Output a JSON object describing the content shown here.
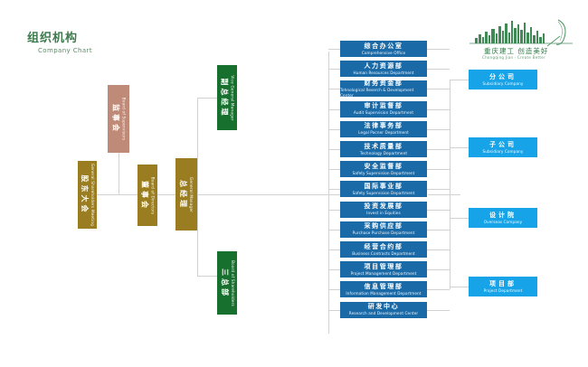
{
  "header": {
    "title_cn": "组织机构",
    "title_en": "Company Chart",
    "accent_color": "#3f7a4e"
  },
  "logo": {
    "name": "skyline-feather-logo",
    "text_cn": "重庆建工 创造美好",
    "text_en": "Chongqing Jian · Create Better",
    "color": "#2f7a46"
  },
  "palette": {
    "gold": "#9a7d20",
    "pink": "#c08a78",
    "green": "#18702f",
    "department_blue": "#1a6aa8",
    "subsidiary_blue": "#16a3e8",
    "connector": "#d2d2d2"
  },
  "governance": [
    {
      "cn": "股东大会",
      "en": "General Shareholders Meeting",
      "color": "gold"
    },
    {
      "cn": "董事会",
      "en": "Board of Directors",
      "color": "gold"
    },
    {
      "cn": "监事会",
      "en": "Board of Supervisors",
      "color": "pink"
    },
    {
      "cn": "总经理",
      "en": "General Manager",
      "color": "gold"
    }
  ],
  "deputies": [
    {
      "cn": "副总经理",
      "en": "Vice General Manager",
      "color": "green"
    },
    {
      "cn": "三总部",
      "en": "Board of Shareholders",
      "color": "green"
    }
  ],
  "departments": [
    {
      "cn": "综合办公室",
      "en": "Comprehensive Office"
    },
    {
      "cn": "人力资源部",
      "en": "Human Resources Department"
    },
    {
      "cn": "财务资金部",
      "en": "Tehnological Reserch & Development Center"
    },
    {
      "cn": "审计监督部",
      "en": "Audit Supervision Department"
    },
    {
      "cn": "法律事务部",
      "en": "Legal Pacner Department"
    },
    {
      "cn": "技术质量部",
      "en": "Technology Department"
    },
    {
      "cn": "安全监督部",
      "en": "Safety Supervision Department"
    },
    {
      "cn": "国际事业部",
      "en": "Safety Supervision Department"
    },
    {
      "cn": "投资发展部",
      "en": "Invest in Equities"
    },
    {
      "cn": "采购供应部",
      "en": "Purchase Purchase Department"
    },
    {
      "cn": "经营合约部",
      "en": "Business Contracts Department"
    },
    {
      "cn": "项目管理部",
      "en": "Project Management Department"
    },
    {
      "cn": "信息管理部",
      "en": "Information Management Department"
    },
    {
      "cn": "研发中心",
      "en": "Research and Development Center"
    }
  ],
  "subsidiaries": [
    {
      "cn": "分公司",
      "en": "Subsidiary Company"
    },
    {
      "cn": "子公司",
      "en": "Subsidiary Company"
    },
    {
      "cn": "设计院",
      "en": "Overseas Company"
    },
    {
      "cn": "项目部",
      "en": "Project Department"
    }
  ]
}
